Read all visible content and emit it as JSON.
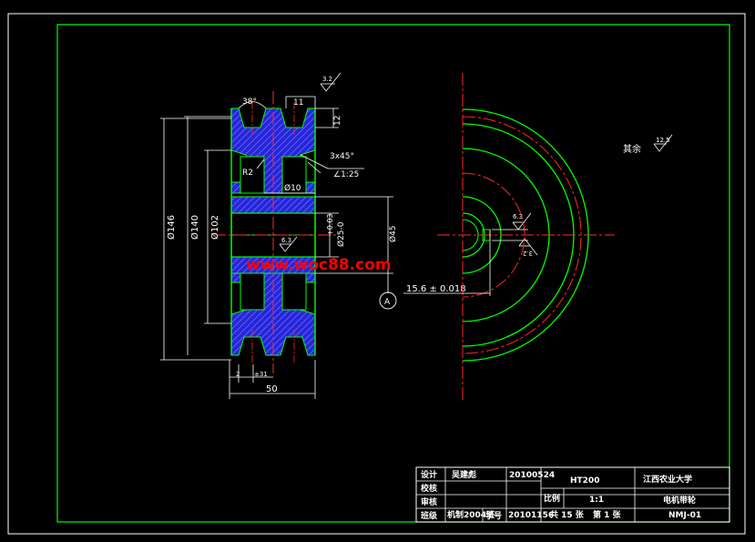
{
  "watermark": "www.woc88.com",
  "colors": {
    "background": "#000000",
    "frame": "#00ff00",
    "outline": "#00ff00",
    "dimension": "#ffffff",
    "centerline": "#ff2a2a",
    "hatch": "#3333ff",
    "watermark": "#ff0000"
  },
  "dimensions": {
    "groove_angle": "38°",
    "groove_width": "11",
    "groove_depth": "12",
    "chamfer": "3x45°",
    "taper": "∠1:25",
    "fillet": "R2",
    "hole_small": "Ø10",
    "dia_146": "Ø146",
    "dia_140": "Ø140",
    "dia_102": "Ø102",
    "bore_tol": "Ø25-0",
    "bore_upper": "+0.03",
    "hub_dia": "Ø45",
    "keyway": "15.6 ± 0.018",
    "datum": "A",
    "width_total": "50",
    "width_small_1": "2",
    "width_small_2": "±31",
    "rough_1": "3.2",
    "rough_2": "6.3",
    "rough_3": "6.3",
    "rough_4": "3.2",
    "rough_rest_label": "其余",
    "rough_rest_value": "12.5"
  },
  "title_block": {
    "design_label": "设计",
    "designer": "吴建彪",
    "design_date": "20100524",
    "check_label": "校核",
    "review_label": "审核",
    "class_label": "班级",
    "class_value": "机制2004班",
    "student_no_label": "学号",
    "student_no": "20101156",
    "material": "HT200",
    "school": "江西农业大学",
    "scale_label": "比例",
    "scale_value": "1:1",
    "part_name": "电机带轮",
    "sheets_total": "共 15 张",
    "sheet_no": "第 1 张",
    "drawing_no": "NMJ-01"
  }
}
